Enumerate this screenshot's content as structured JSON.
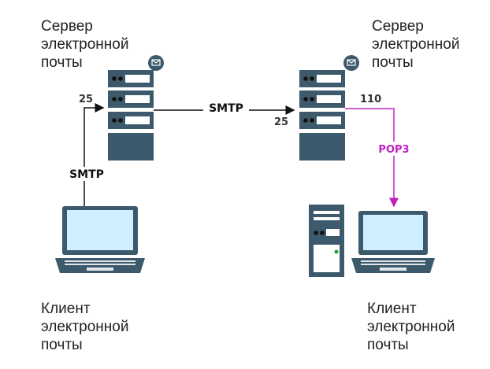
{
  "labels": {
    "server_left": "Сервер\nэлектронной\nпочты",
    "server_right": "Сервер\nэлектронной\nпочты",
    "client_left": "Клиент\nэлектронной\nпочты",
    "client_right": "Клиент\nэлектронной\nпочты"
  },
  "ports": {
    "left_server_in": "25",
    "right_server_in": "25",
    "right_server_out": "110"
  },
  "protocols": {
    "client_to_server": "SMTP",
    "server_to_server": "SMTP",
    "server_to_client": "POP3"
  },
  "colors": {
    "device": "#3d5a6c",
    "device_light": "#ffffff",
    "screen": "#cfeeff",
    "pop3": "#c020c0",
    "arrow": "#111111"
  },
  "icons": {
    "mail_badge": "envelope-icon"
  }
}
